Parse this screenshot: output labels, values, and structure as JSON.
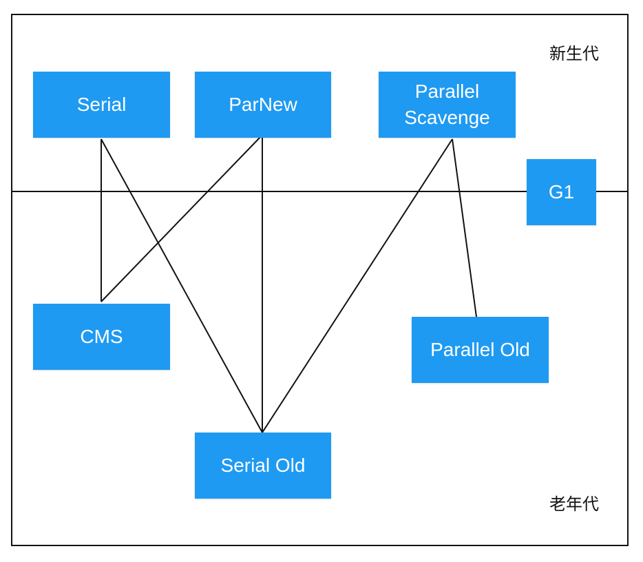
{
  "regions": {
    "young": "新生代",
    "old": "老年代"
  },
  "collectors": {
    "serial": "Serial",
    "parnew": "ParNew",
    "parallel_scavenge_line1": "Parallel",
    "parallel_scavenge_line2": "Scavenge",
    "g1": "G1",
    "cms": "CMS",
    "parallel_old": "Parallel Old",
    "serial_old": "Serial Old"
  },
  "colors": {
    "box_fill": "#1e9af2",
    "box_text": "#ffffff",
    "line": "#111111"
  }
}
